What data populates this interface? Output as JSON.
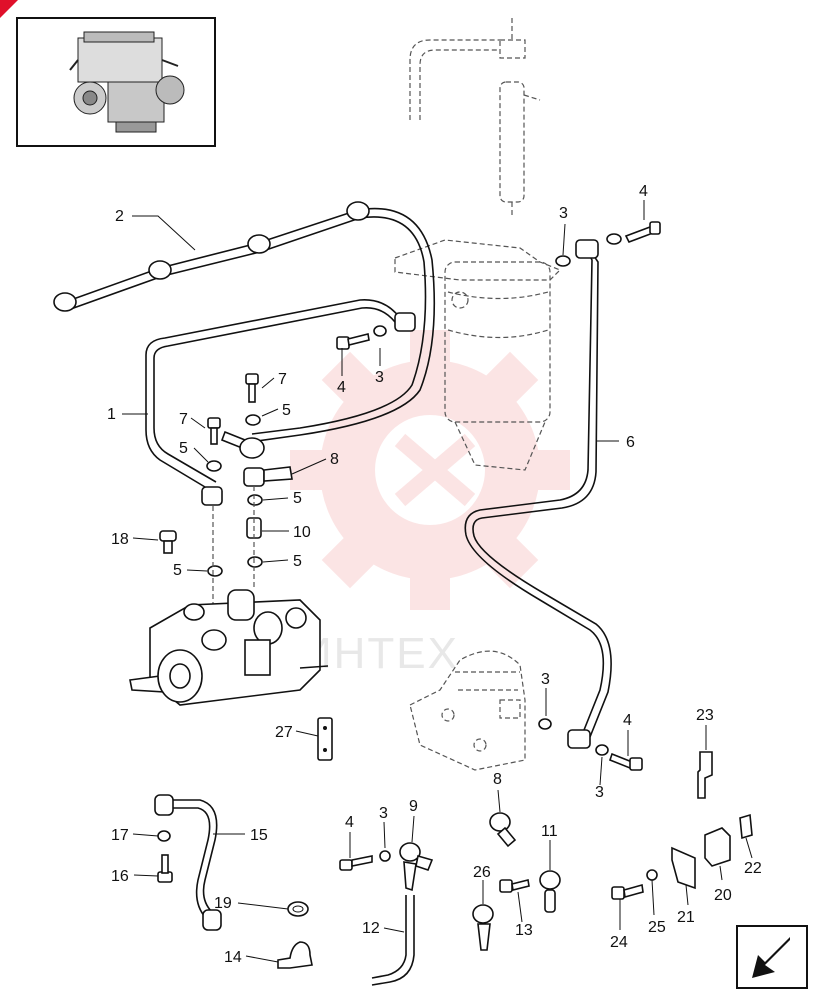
{
  "watermark": {
    "text": "ИНТЕХ",
    "color": "#f6b5b5"
  },
  "brand_corner_color": "#e0102a",
  "callouts": {
    "c1": "1",
    "c2": "2",
    "c3a": "3",
    "c3b": "3",
    "c3c": "3",
    "c3d": "3",
    "c3e": "3",
    "c4a": "4",
    "c4b": "4",
    "c4c": "4",
    "c4d": "4",
    "c5a": "5",
    "c5b": "5",
    "c5c": "5",
    "c5d": "5",
    "c5e": "5",
    "c6": "6",
    "c7a": "7",
    "c7b": "7",
    "c8a": "8",
    "c8b": "8",
    "c9": "9",
    "c10": "10",
    "c11": "11",
    "c12": "12",
    "c13": "13",
    "c14": "14",
    "c15": "15",
    "c16": "16",
    "c17": "17",
    "c18": "18",
    "c19": "19",
    "c20": "20",
    "c21": "21",
    "c22": "22",
    "c23": "23",
    "c24": "24",
    "c25": "25",
    "c26": "26",
    "c27": "27"
  },
  "icons": {
    "thumbnail": "engine-icon",
    "nav": "arrow-left-down-icon"
  }
}
